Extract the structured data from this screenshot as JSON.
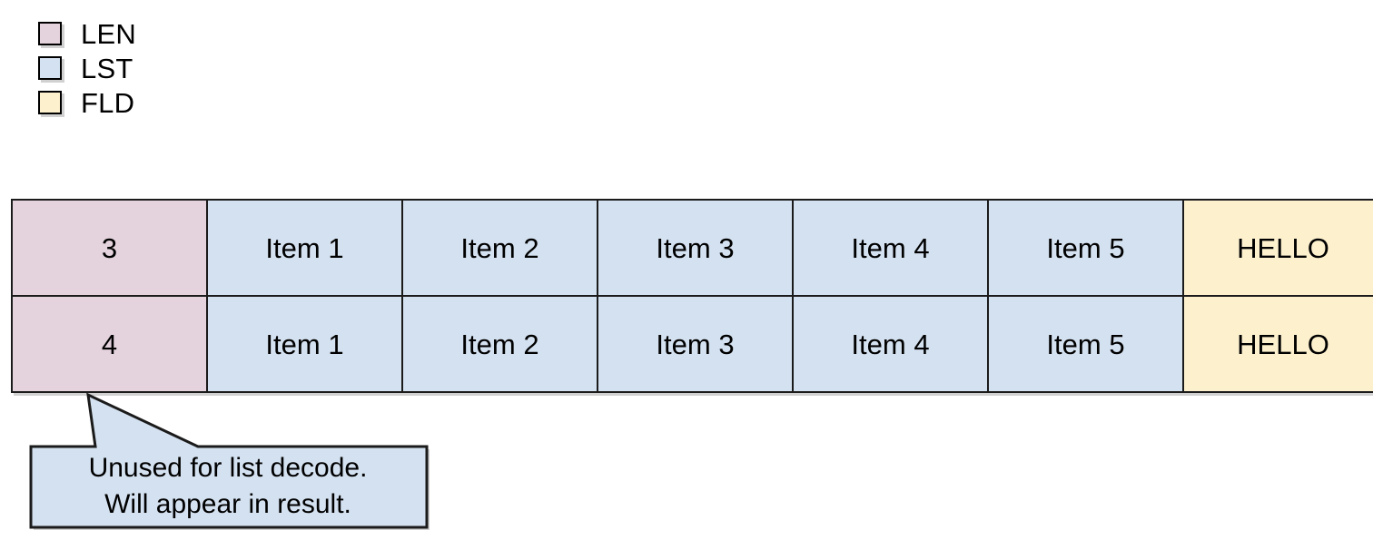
{
  "legend": {
    "items": [
      {
        "label": "LEN",
        "color": "#e4d2dd",
        "name": "len"
      },
      {
        "label": "LST",
        "color": "#d4e1f0",
        "name": "lst"
      },
      {
        "label": "FLD",
        "color": "#fcf0cd",
        "name": "fld"
      }
    ]
  },
  "table": {
    "columns": [
      "LEN",
      "LST",
      "LST",
      "LST",
      "LST",
      "LST",
      "FLD"
    ],
    "rows": [
      {
        "cells": [
          "3",
          "Item 1",
          "Item 2",
          "Item 3",
          "Item 4",
          "Item 5",
          "HELLO"
        ]
      },
      {
        "cells": [
          "4",
          "Item 1",
          "Item 2",
          "Item 3",
          "Item 4",
          "Item 5",
          "HELLO"
        ]
      }
    ]
  },
  "callout": {
    "line1": "Unused for list decode.",
    "line2": "Will appear in result.",
    "fill": "#d4e1f0",
    "stroke": "#1b1b1b",
    "anchor_cell": "4"
  },
  "colors": {
    "len": "#e4d2dd",
    "lst": "#d4e1f0",
    "fld": "#fcf0cd",
    "border": "#1b1b1b",
    "background": "#ffffff"
  }
}
